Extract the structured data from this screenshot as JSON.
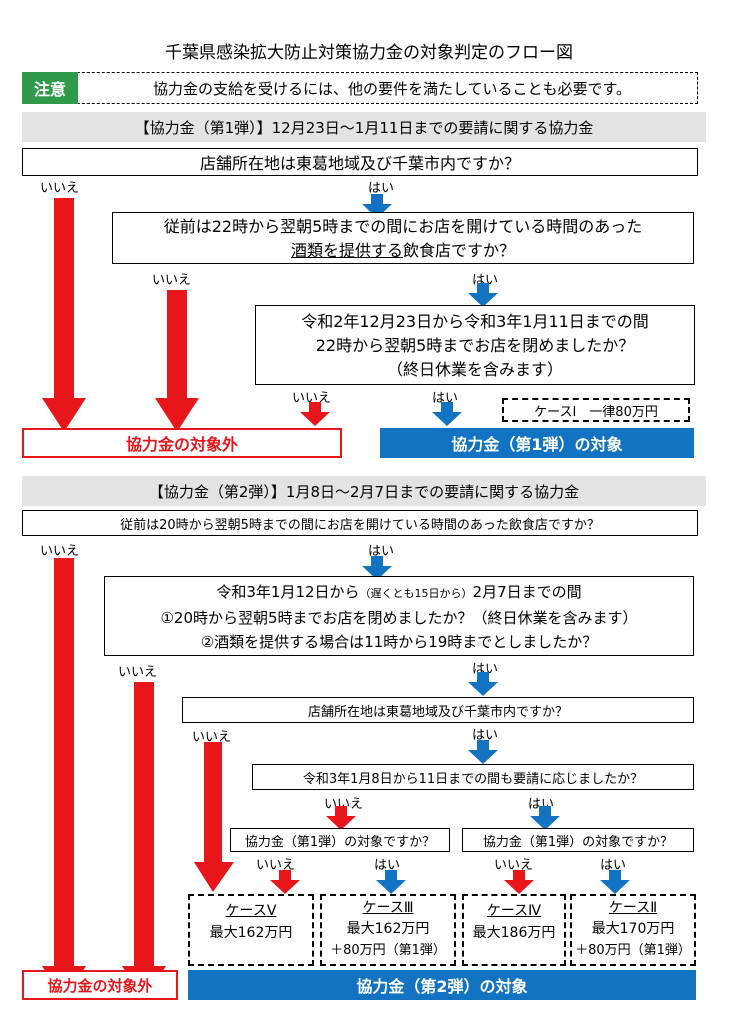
{
  "title": "千葉県感染拡大防止対策協力金の対象判定のフロー図",
  "notice": {
    "badge": "注意",
    "text": "協力金の支給を受けるには、他の要件を満たしていることも必要です。"
  },
  "section1": {
    "header": "【協力金（第1弾）】12月23日～1月11日までの要請に関する協力金",
    "q1": "店舗所在地は東葛地域及び千葉市内ですか？",
    "q2_line1": "従前は22時から翌朝5時までの間にお店を開けている時間のあった",
    "q2_line2_u": "酒類を提供する",
    "q2_line2_rest": "飲食店ですか？",
    "q3_line1": "令和2年12月23日から令和3年1月11日までの間",
    "q3_line2": "22時から翌朝5時までお店を閉めましたか？",
    "q3_line3": "（終日休業を含みます）",
    "no": "いいえ",
    "yes": "はい",
    "case1": "ケースⅠ　一律80万円",
    "result_out": "協力金の対象外",
    "result_in": "協力金（第1弾）の対象"
  },
  "section2": {
    "header": "【協力金（第2弾）】1月8日～2月7日までの要請に関する協力金",
    "q1": "従前は20時から翌朝5時までの間にお店を開けている時間のあった飲食店ですか？",
    "q2_line1a": "令和3年1月12日から",
    "q2_line1b": "（遅くとも15日から）",
    "q2_line1c": "2月7日までの間",
    "q2_line2": "①20時から翌朝5時までお店を閉めましたか？（終日休業を含みます）",
    "q2_line3": "②酒類を提供する場合は11時から19時までとしましたか？",
    "q3": "店舗所在地は東葛地域及び千葉市内ですか？",
    "q4": "令和3年1月8日から11日までの間も要請に応じましたか？",
    "q5a": "協力金（第1弾）の対象ですか？",
    "q5b": "協力金（第1弾）の対象ですか？",
    "no": "いいえ",
    "yes": "はい",
    "caseV": {
      "title": "ケースⅤ",
      "line1": "最大162万円",
      "line2": ""
    },
    "caseIII": {
      "title": "ケースⅢ",
      "line1": "最大162万円",
      "line2": "＋80万円（第1弾）"
    },
    "caseIV": {
      "title": "ケースⅣ",
      "line1": "最大186万円",
      "line2": ""
    },
    "caseII": {
      "title": "ケースⅡ",
      "line1": "最大170万円",
      "line2": "＋80万円（第1弾）"
    },
    "result_out": "協力金の対象外",
    "result_in": "協力金（第2弾）の対象"
  },
  "colors": {
    "red": "#e8161b",
    "blue": "#1173c1",
    "badge_green": "#2e9a4a",
    "band_gray": "#e3e3e3"
  }
}
